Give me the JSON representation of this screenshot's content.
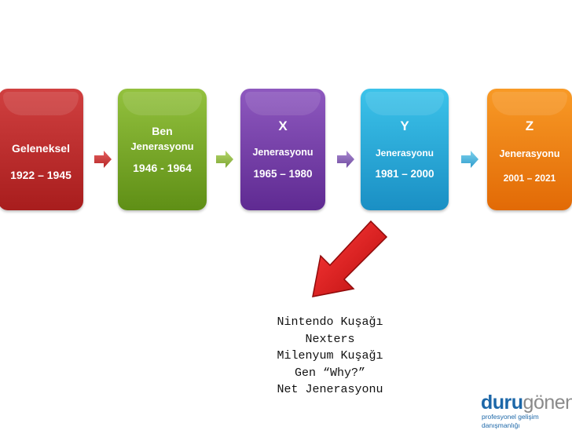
{
  "cards": [
    {
      "line1": "Geleneksel",
      "line2": "1922 – 1945"
    },
    {
      "line1": "Ben",
      "line2": "Jenerasyonu",
      "line3": "1946 - 1964"
    },
    {
      "line1": "X",
      "line2": "Jenerasyonu",
      "line3": "1965 – 1980"
    },
    {
      "line1": "Y",
      "line2": "Jenerasyonu",
      "line3": "1981 – 2000"
    },
    {
      "line1": "Z",
      "line2": "Jenerasyonu",
      "line3": "2001 – 2021"
    }
  ],
  "callout": [
    "Nintendo Kuşağı",
    "Nexters",
    "Milenyum Kuşağı",
    "Gen “Why?”",
    "Net Jenerasyonu"
  ],
  "logo": {
    "part1": "duru",
    "part2": "gönen",
    "tagline": "profesyonel gelişim danışmanlığı"
  },
  "colors": {
    "card1": "#b82a2a",
    "card2": "#7aab28",
    "card3": "#773fab",
    "card4": "#28a9dc",
    "card5": "#f07f10",
    "pointer": "#d42020"
  },
  "icons": [
    "chevron-arrow-icon",
    "red-pointer-arrow-icon"
  ]
}
